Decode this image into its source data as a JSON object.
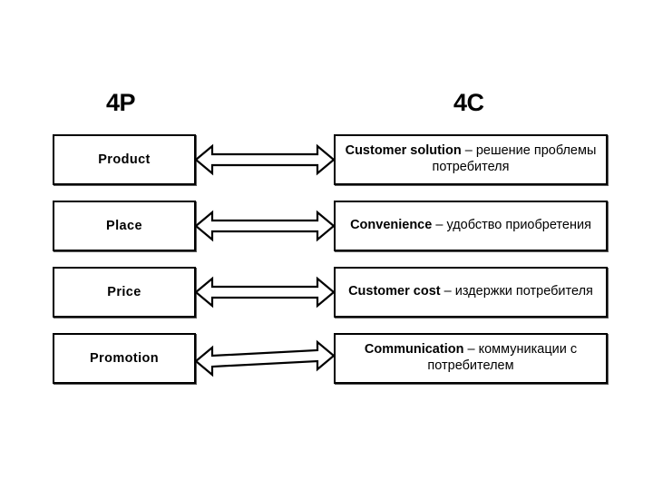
{
  "diagram": {
    "title_left": "4P",
    "title_right": "4C",
    "connector": "double-headed-arrow",
    "rows": [
      {
        "left": "Product",
        "right_lead": "Customer solution",
        "right_dash": " – ",
        "right_rest": "решение проблемы потребителя"
      },
      {
        "left": "Place",
        "right_lead": "Convenience",
        "right_dash": " – ",
        "right_rest": "удобство приобретения"
      },
      {
        "left": "Price",
        "right_lead": "Customer cost",
        "right_dash": " – ",
        "right_rest": "издержки потребителя"
      },
      {
        "left": "Promotion",
        "right_lead": "Communication",
        "right_dash": " – ",
        "right_rest": "коммуникации с потребителем"
      }
    ],
    "colors": {
      "background": "#ffffff",
      "box_fill": "#ffffff",
      "stroke": "#000000",
      "text": "#000000",
      "shadow": "#5a5a5a"
    }
  }
}
